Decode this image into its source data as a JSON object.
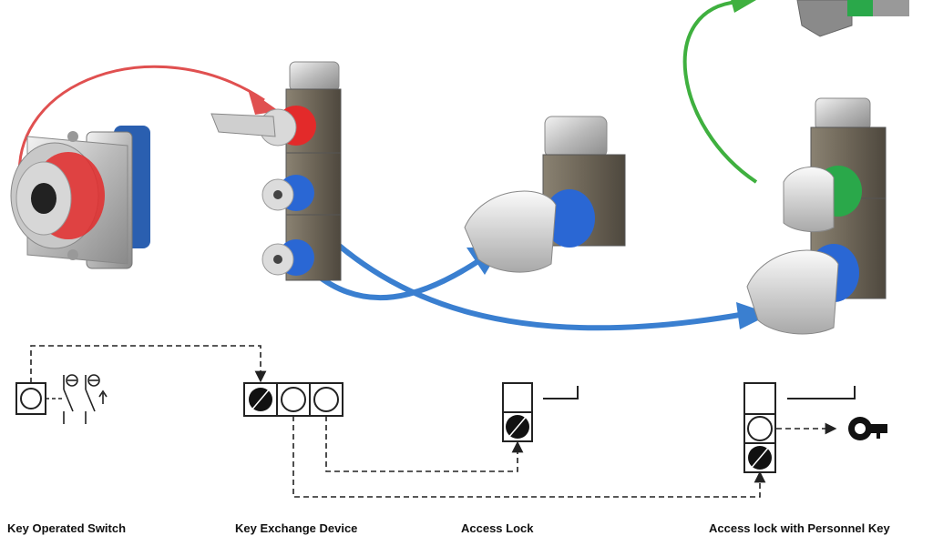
{
  "labels": {
    "key_switch": "Key Operated Switch",
    "exchange": "Key Exchange Device",
    "access_lock": "Access Lock",
    "access_personnel": "Access lock with Personnel Key"
  },
  "colors": {
    "red_arrow": "#e05050",
    "blue_arrow": "#3a7fd0",
    "green_arrow": "#3fb03f",
    "metal": "#b8b8b8",
    "body_dark": "#6e6658",
    "ring_red": "#e32a2a",
    "ring_blue": "#2a67d4",
    "ring_green": "#2aa84a",
    "line": "#222222"
  },
  "icons": [
    "key-icon",
    "switch-contact-icon",
    "filled-key-symbol",
    "empty-key-symbol"
  ]
}
